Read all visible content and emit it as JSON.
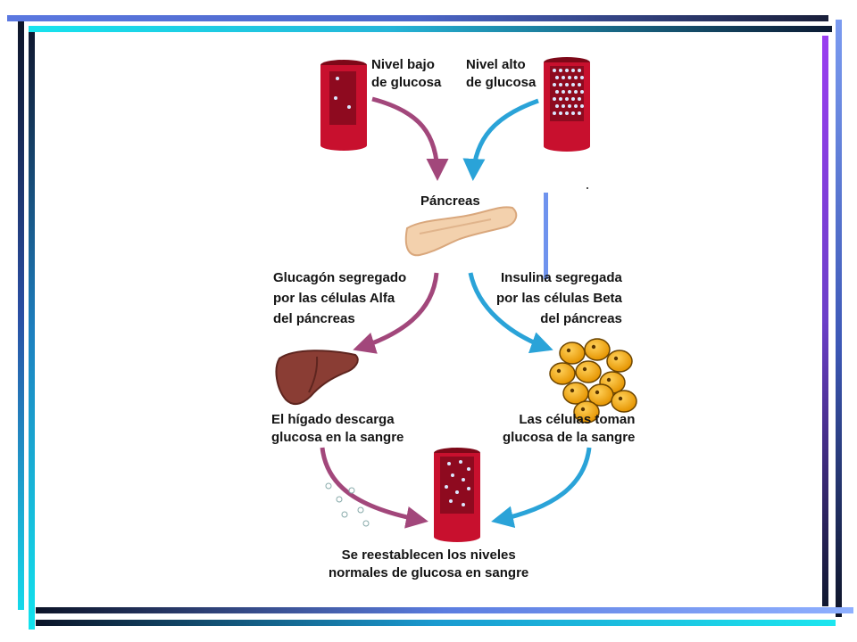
{
  "labels": {
    "low_glucose": "Nivel bajo\nde glucosa",
    "high_glucose": "Nivel alto\nde glucosa",
    "pancreas": "Páncreas",
    "glucagon": "Glucagón segregado\npor las células Alfa\ndel páncreas",
    "insulin": "Insulina segregada\npor las células Beta\ndel páncreas",
    "liver": "El hígado descarga\nglucosa en la sangre",
    "cells": "Las células toman\nglucosa de la sangre",
    "restored": "Se reestablecen los niveles\nnormales de glucosa en sangre"
  },
  "colors": {
    "vessel": "#c8102e",
    "vessel_dark": "#8e0a1f",
    "arrow_purple": "#a2477b",
    "arrow_blue": "#2aa3d8",
    "pancreas": "#f3d1ad",
    "liver": "#8a3d34",
    "fat_cell": "#f5b000"
  },
  "icons": [
    "blood-vessel-icon",
    "pancreas-icon",
    "liver-icon",
    "fat-cells-icon",
    "arrow-icon"
  ]
}
